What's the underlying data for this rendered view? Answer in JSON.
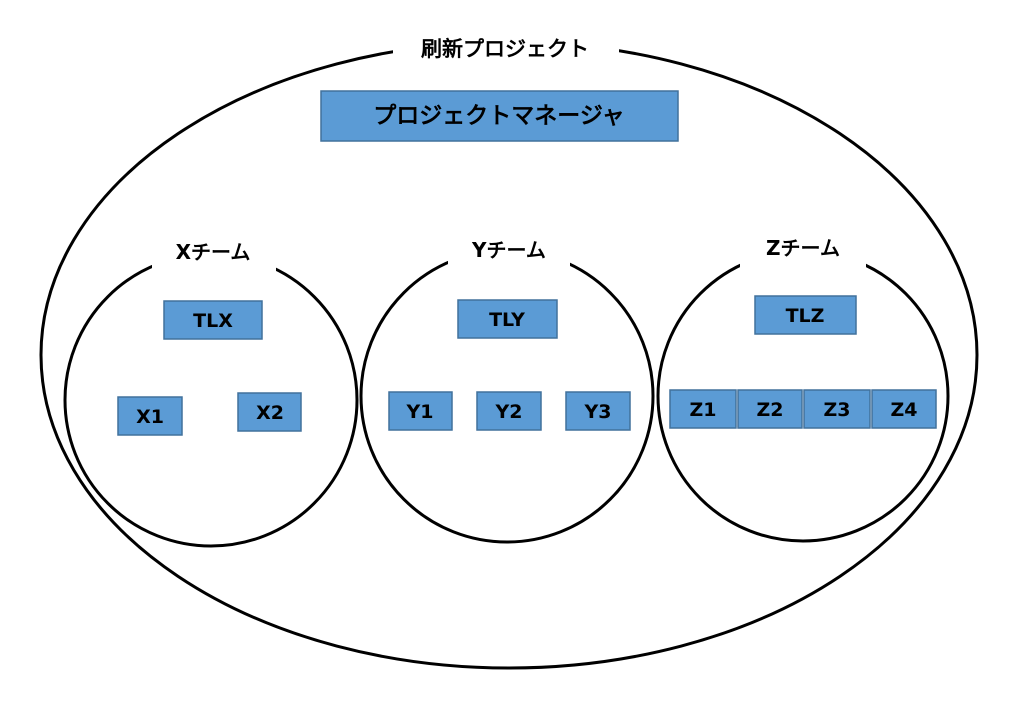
{
  "project": {
    "title": "刷新プロジェクト",
    "manager": "プロジェクトマネージャ"
  },
  "teams": [
    {
      "name": "Xチーム",
      "leader": "TLX",
      "members": [
        "X1",
        "X2"
      ]
    },
    {
      "name": "Yチーム",
      "leader": "TLY",
      "members": [
        "Y1",
        "Y2",
        "Y3"
      ]
    },
    {
      "name": "Zチーム",
      "leader": "TLZ",
      "members": [
        "Z1",
        "Z2",
        "Z3",
        "Z4"
      ]
    }
  ],
  "colors": {
    "box_fill": "#5b9bd5",
    "box_border": "#41719c",
    "line": "#000000"
  }
}
